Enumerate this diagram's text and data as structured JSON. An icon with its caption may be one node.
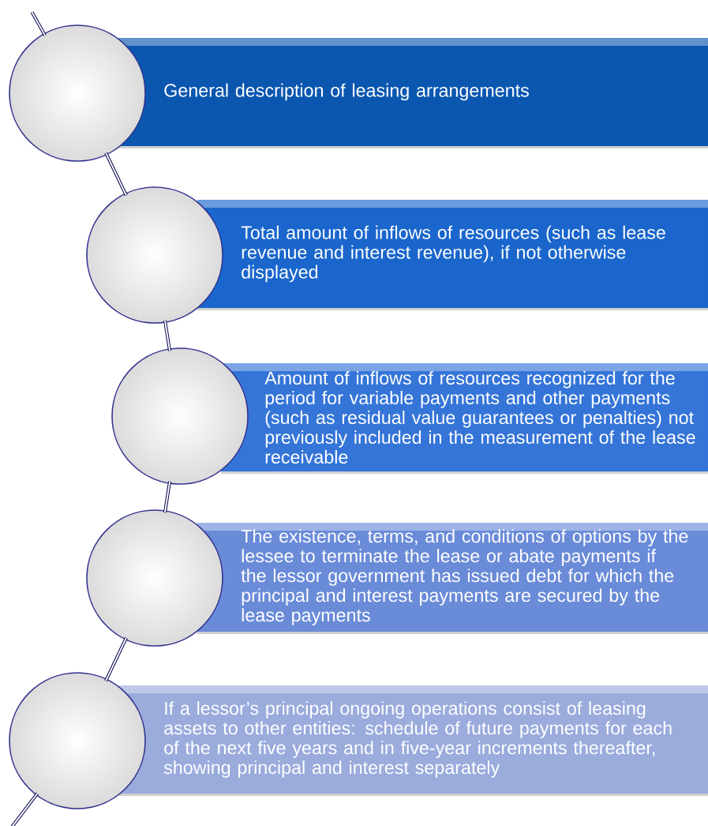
{
  "diagram": {
    "nodes": [
      {
        "text": [],
        "shape": "circle"
      },
      {
        "text": [
          "General description of leasing arrangements"
        ]
      },
      {
        "text": [],
        "shape": "circle"
      },
      {
        "text": [
          "Total amount of inflows of resources (such as lease revenue and interest revenue), if not otherwise displayed"
        ]
      },
      {
        "text": [],
        "shape": "circle"
      },
      {
        "text": [
          "Amount of inflows of resources recognized for the period for variable payments and other payments (such as residual value guarantees or penalties) not previously included in the measurement of the lease receivable"
        ]
      },
      {
        "text": [],
        "shape": "circle"
      },
      {
        "text": [
          "The existence, terms, and conditions of options by the lessee to terminate the lease or abate payments if the lessor government has issued debt for which the principal and interest payments are secured by the lease payments"
        ]
      },
      {
        "text": [],
        "shape": "circle"
      },
      {
        "text": [
          "If a lessor’s principal ongoing operations consist of leasing assets to other entities: schedule of future payments for each of the next five years and in five-year increments thereafter, showing principal and interest separately"
        ]
      }
    ],
    "edges": [
      {
        "from": null,
        "to": 0,
        "arrow": "none"
      },
      {
        "from": 0,
        "to": 2,
        "arrow": "none"
      },
      {
        "from": 2,
        "to": 4,
        "arrow": "none"
      },
      {
        "from": 4,
        "to": 6,
        "arrow": "none"
      },
      {
        "from": 6,
        "to": 8,
        "arrow": "none"
      },
      {
        "from": 8,
        "to": null,
        "arrow": "none"
      }
    ]
  }
}
